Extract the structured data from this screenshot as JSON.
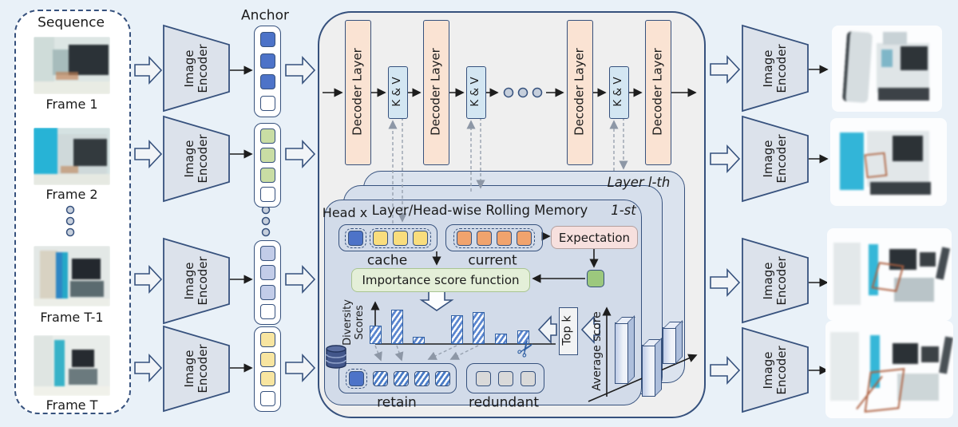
{
  "colors": {
    "page-bg": "#e9f1f8",
    "main-bg": "#efefef",
    "ink": "#36517d",
    "panel-back": "#dbe3ee",
    "panel-mid": "#d6dfec",
    "panel-front": "#d2dbe9",
    "decoder-bg": "#fae3d3",
    "kv-bg": "#d3e6f2",
    "encoder-bg": "#dce2eb",
    "anchor-blue": "#4d73c8",
    "anchor-green": "#c9dda4",
    "anchor-lavender": "#c2cce8",
    "anchor-yellow": "#f8e5a0",
    "cache-yellow": "#f9dd7d",
    "current-orange": "#f1a36d",
    "chip-green": "#9cc87d",
    "expectation-bg": "#f7e0de",
    "importance-bg": "#e4efd8",
    "importance-border": "#a9c491",
    "gray-square": "#d9d9d9",
    "hatch-blue": "#4a7cc7",
    "dash-gray": "#98a2b0",
    "arrow-fill": "#f1f4f7",
    "scissors-blue": "#2f5fa3",
    "db-navy": "#42568a"
  },
  "sequence": {
    "label": "Sequence",
    "frames": [
      "Frame 1",
      "Frame 2",
      "Frame T-1",
      "Frame T"
    ]
  },
  "anchor": {
    "label": "Anchor"
  },
  "encoder": {
    "label": "Image\nEncoder"
  },
  "pipeline": {
    "decoder_label": "Decoder Layer",
    "kv_label": "K & V"
  },
  "memory": {
    "back_panel_label": "Layer l-th",
    "front_panel_label": "1-st",
    "title": "Layer/Head-wise Rolling Memory",
    "head_label": "Head x",
    "cache_label": "cache",
    "current_label": "current",
    "expectation_label": "Expectation",
    "importance_label": "Importance score function",
    "topk_label": "Top k",
    "retain_label": "retain",
    "redundant_label": "redundant"
  },
  "chart_data": [
    {
      "id": "diversity",
      "type": "bar",
      "ylabel": "Diversity\nScores",
      "values": [
        0.5,
        0.93,
        0.2,
        0.78,
        0.87,
        0.28,
        0.37
      ],
      "ylim": [
        0,
        1
      ],
      "style": "blue-hatched",
      "retained_bar_indices": [
        0,
        1,
        3,
        4
      ]
    },
    {
      "id": "average-score",
      "type": "bar",
      "ylabel": "Average score",
      "values": [
        0.9,
        0.75,
        0.53
      ],
      "ylim": [
        0,
        1
      ],
      "style": "3d-perspective",
      "note": "one bar per stacked layer panel"
    }
  ]
}
